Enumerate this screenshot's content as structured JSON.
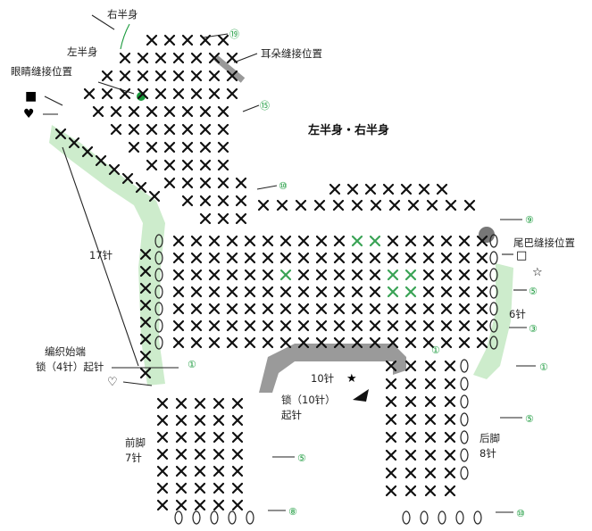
{
  "title": "左半身・右半身",
  "labels": {
    "right_body": "右半身",
    "left_body": "左半身",
    "eye_pos": "眼睛缝接位置",
    "ear_pos": "耳朵缝接位置",
    "tail_pos": "尾巴缝接位置",
    "stitch17": "17针",
    "stitch6": "6针",
    "stitch10": "10针",
    "start1": "编织始端",
    "start2": "锁（4针）起针",
    "chain1": "锁（10针）",
    "chain2": "起针",
    "front1": "前脚",
    "front2": "7针",
    "back1": "后脚",
    "back2": "8针"
  },
  "rows": {
    "r19": "⑲",
    "r15": "⑮",
    "r10a": "⑩",
    "r9": "⑨",
    "r5a": "⑤",
    "r3": "③",
    "r1a": "①",
    "r5b": "⑤",
    "r5c": "⑤",
    "r8": "⑧",
    "r10b": "⑩",
    "r1b": "①",
    "r1c": "①"
  },
  "symbols": {
    "square": "■",
    "heart": "♥",
    "open_square": "□",
    "star": "☆",
    "open_heart": "♡",
    "black_star": "★"
  },
  "colors": {
    "green": "#1a9a3c",
    "band_green": "#cdeccc",
    "band_gray": "#9a9a9a"
  }
}
